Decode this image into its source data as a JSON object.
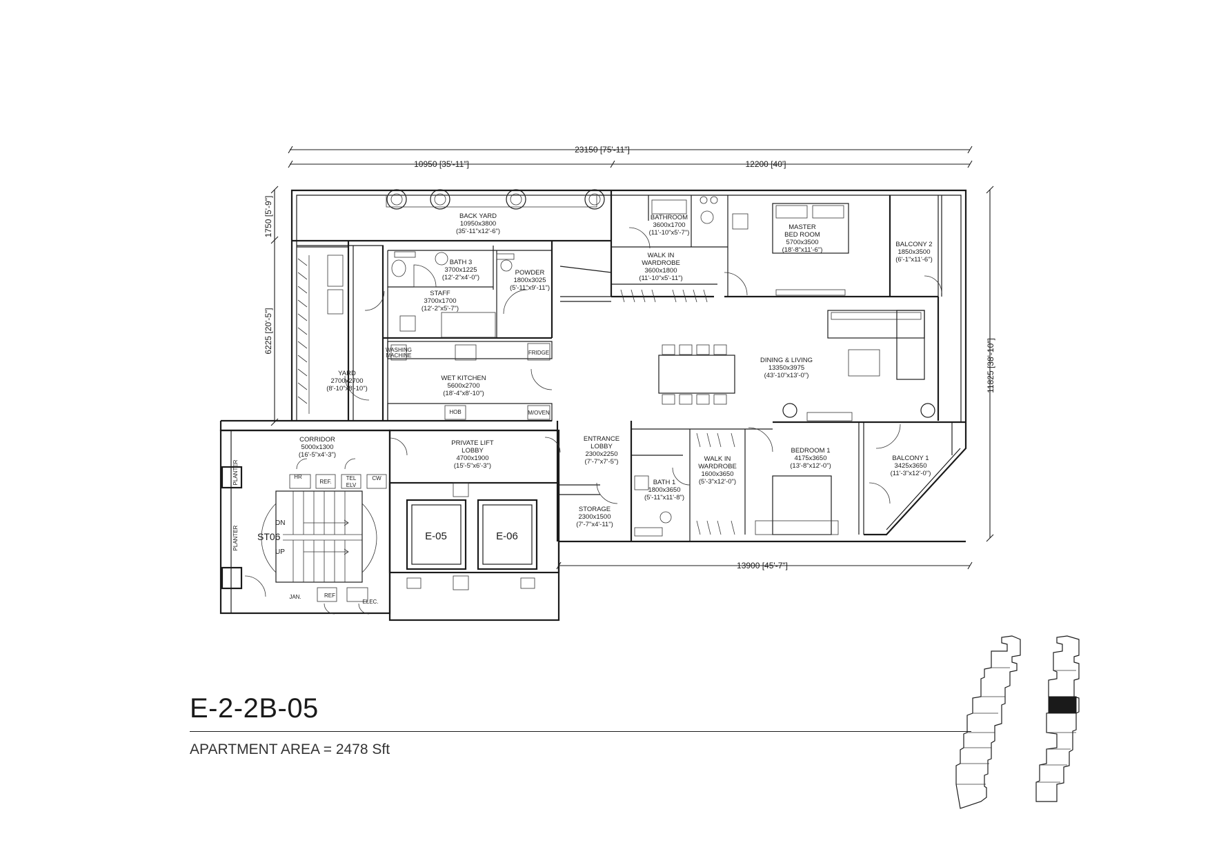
{
  "unit": {
    "title": "E-2-2B-05",
    "area_label": "APARTMENT AREA = 2478 Sft"
  },
  "dimensions": {
    "overall_width": "23150 [75'-11\"]",
    "left_width": "10950 [35'-11\"]",
    "right_width": "12200 [40']",
    "bottom_width": "13900 [45'-7\"]",
    "backyard_depth": "1750 [5'-9\"]",
    "left_depth": "6225 [20'-5\"]",
    "right_depth": "11825 [38'-10\"]"
  },
  "rooms": {
    "back_yard": {
      "name": "BACK YARD",
      "size": "10950x3800",
      "imperial": "(35'-11\"x12'-6\")"
    },
    "bath3": {
      "name": "BATH 3",
      "size": "3700x1225",
      "imperial": "(12'-2\"x4'-0\")"
    },
    "powder": {
      "name": "POWDER",
      "size": "1800x3025",
      "imperial": "(5'-11\"x9'-11\")"
    },
    "staff": {
      "name": "STAFF",
      "size": "3700x1700",
      "imperial": "(12'-2\"x5'-7\")"
    },
    "bathroom": {
      "name": "BATHROOM",
      "size": "3600x1700",
      "imperial": "(11'-10\"x5'-7\")"
    },
    "walkin1": {
      "name1": "WALK IN",
      "name2": "WARDROBE",
      "size": "3600x1800",
      "imperial": "(11'-10\"x5'-11\")"
    },
    "master": {
      "name1": "MASTER",
      "name2": "BED ROOM",
      "size": "5700x3500",
      "imperial": "(18'-8\"x11'-6\")"
    },
    "balcony2": {
      "name": "BALCONY 2",
      "size": "1850x3500",
      "imperial": "(6'-1\"x11'-6\")"
    },
    "dining": {
      "name": "DINING & LIVING",
      "size": "13350x3975",
      "imperial": "(43'-10\"x13'-0\")"
    },
    "yard": {
      "name": "YARD",
      "size": "2700x2700",
      "imperial": "(8'-10\"x8'-10\")"
    },
    "wet_kitchen": {
      "name": "WET KITCHEN",
      "size": "5600x2700",
      "imperial": "(18'-4\"x8'-10\")"
    },
    "corridor": {
      "name": "CORRIDOR",
      "size": "5000x1300",
      "imperial": "(16'-5\"x4'-3\")"
    },
    "lift_lobby": {
      "name1": "PRIVATE LIFT",
      "name2": "LOBBY",
      "size": "4700x1900",
      "imperial": "(15'-5\"x6'-3\")"
    },
    "entrance": {
      "name1": "ENTRANCE",
      "name2": "LOBBY",
      "size": "2300x2250",
      "imperial": "(7'-7\"x7'-5\")"
    },
    "storage": {
      "name": "STORAGE",
      "size": "2300x1500",
      "imperial": "(7'-7\"x4'-11\")"
    },
    "bath1": {
      "name": "BATH 1",
      "size": "1800x3650",
      "imperial": "(5'-11\"x11'-8\")"
    },
    "walkin2": {
      "name1": "WALK IN",
      "name2": "WARDROBE",
      "size": "1600x3650",
      "imperial": "(5'-3\"x12'-0\")"
    },
    "bedroom1": {
      "name": "BEDROOM 1",
      "size": "4175x3650",
      "imperial": "(13'-8\"x12'-0\")"
    },
    "balcony1": {
      "name": "BALCONY 1",
      "size": "3425x3650",
      "imperial": "(11'-3\"x12'-0\")"
    }
  },
  "labels": {
    "planter": "PLANTER",
    "stair_id": "ST06",
    "dn": "DN",
    "up": "UP",
    "lift_e05": "E-05",
    "lift_e06": "E-06",
    "hr": "HR",
    "ref": "REF.",
    "tel_elv1": "TEL",
    "tel_elv2": "ELV",
    "cw": "CW",
    "jan": "JAN.",
    "ref2": "REF",
    "elec": "ELEC.",
    "fridge": "FRIDGE",
    "washing1": "WASHING",
    "washing2": "MACHINE",
    "hob": "HOB",
    "mover": "M/OVEN"
  },
  "colors": {
    "line": "#1a1a1a",
    "highlight": "#1a1a1a"
  }
}
